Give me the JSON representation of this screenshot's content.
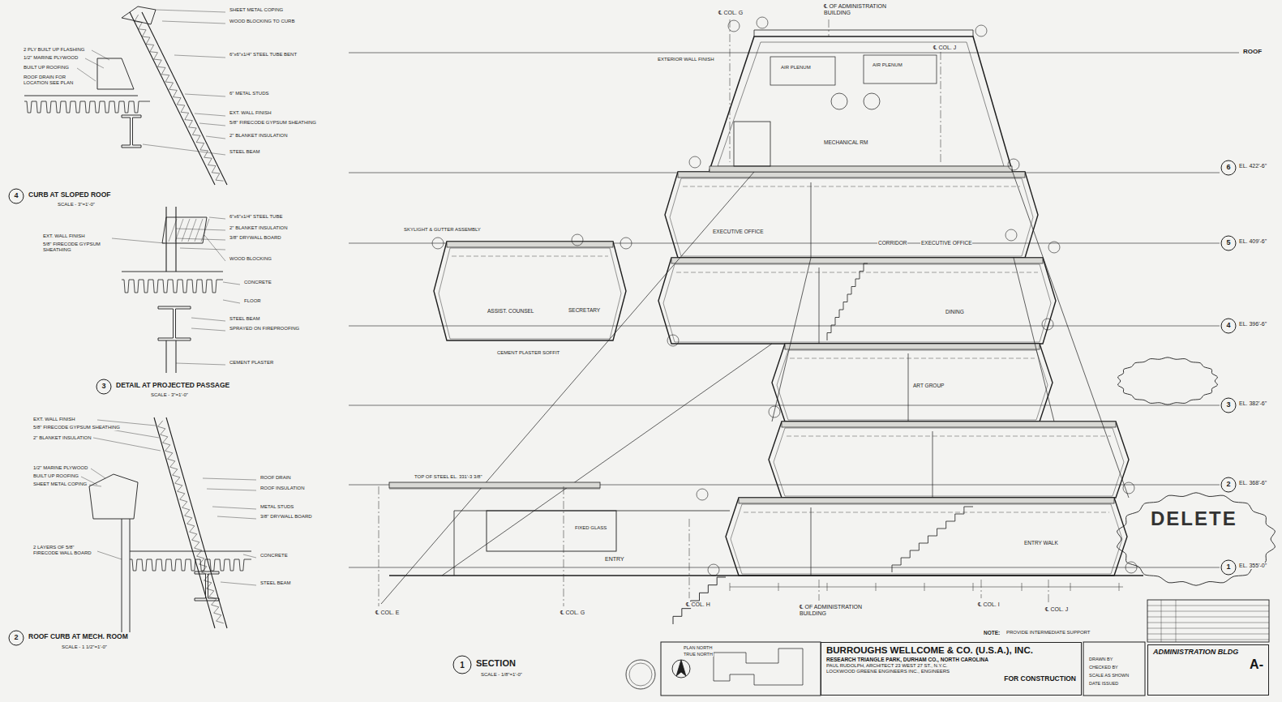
{
  "diagram": {
    "nodes": [
      {
        "text": [
          "BURROUGHS WELLCOME & CO. (U.S.A.), INC.",
          "RESEARCH TRIANGLE PARK, DURHAM CO., NORTH CAROLINA",
          "PAUL RUDOLPH, ARCHITECT 23 WEST 27 ST., N.Y.C.",
          "LOCKWOOD GREENE ENGINEERS INC., ENGINEERS",
          "FOR CONSTRUCTION"
        ]
      },
      {
        "text": [
          "ADMINISTRATION BLDG",
          "A-"
        ]
      }
    ],
    "labels": [
      "ROOF",
      "6",
      "EL. 422'-6\"",
      "5",
      "EL. 409'-6\"",
      "4",
      "EL. 396'-6\"",
      "3",
      "EL. 382'-6\"",
      "2",
      "EL. 368'-6\"",
      "1",
      "EL. 355'-0\"",
      "4",
      "CURB AT SLOPED ROOF",
      "SCALE - 3\"=1'-0\"",
      "3",
      "DETAIL AT PROJECTED PASSAGE",
      "SCALE - 3\"=1'-0\"",
      "2",
      "ROOF CURB AT MECH. ROOM",
      "SCALE - 1 1/2\"=1'-0\"",
      "1",
      "SECTION",
      "SCALE - 1/8\"=1'-0\"",
      "℄ COL. E",
      "℄ COL. G",
      "℄ COL. H",
      "℄ OF ADMINISTRATION BUILDING",
      "℄ COL. I",
      "℄ COL. J",
      "℄ OF ADMINISTRATION BUILDING",
      "℄ COL. G",
      "℄ COL. J",
      "MECHANICAL RM",
      "EXECUTIVE OFFICE",
      "CORRIDOR",
      "EXECUTIVE OFFICE",
      "DINING",
      "ART GROUP",
      "ASSIST. COUNSEL",
      "SECRETARY",
      "ENTRY",
      "ENTRY WALK",
      "DELETE",
      "SKYLIGHT & GUTTER ASSEMBLY",
      "CEMENT PLASTER SOFFIT",
      "TOP OF STEEL EL. 331'-3 3/8\"",
      "FIXED GLASS",
      "AIR PLENUM",
      "AIR PLENUM",
      "EXTERIOR WALL FINISH",
      "NOTE:",
      "PROVIDE INTERMEDIATE SUPPORT",
      "PLAN NORTH",
      "TRUE NORTH",
      "DRAWN BY",
      "CHECKED BY",
      "SCALE AS SHOWN",
      "DATE ISSUED",
      "SHEET METAL COPING",
      "WOOD BLOCKING TO CURB",
      "2 PLY BUILT UP FLASHING",
      "1/2\" MARINE PLYWOOD",
      "BUILT UP ROOFING",
      "ROOF DRAIN FOR LOCATION SEE PLAN",
      "6\"x6\"x1/4\" STEEL TUBE BENT",
      "6\" METAL STUDS",
      "EXT. WALL FINISH",
      "5/8\" FIRECODE GYPSUM SHEATHING",
      "2\" BLANKET INSULATION",
      "STEEL BEAM",
      "6\"x6\"x1/4\" STEEL TUBE",
      "EXT. WALL FINISH",
      "5/8\" FIRECODE GYPSUM SHEATHING",
      "2\" BLANKET INSULATION",
      "3/8\" DRYWALL BOARD",
      "WOOD BLOCKING",
      "CONCRETE",
      "FLOOR",
      "STEEL BEAM",
      "SPRAYED ON FIREPROOFING",
      "CEMENT PLASTER",
      "EXT. WALL FINISH",
      "5/8\" FIRECODE GYPSUM SHEATHING",
      "2\" BLANKET INSULATION",
      "1/2\" MARINE PLYWOOD",
      "BUILT UP ROOFING",
      "SHEET METAL COPING",
      "ROOF DRAIN",
      "ROOF INSULATION",
      "METAL STUDS",
      "3/8\" DRYWALL BOARD",
      "CONCRETE",
      "STEEL BEAM",
      "2 LAYERS OF 5/8\" FIRECODE WALL BOARD"
    ]
  }
}
